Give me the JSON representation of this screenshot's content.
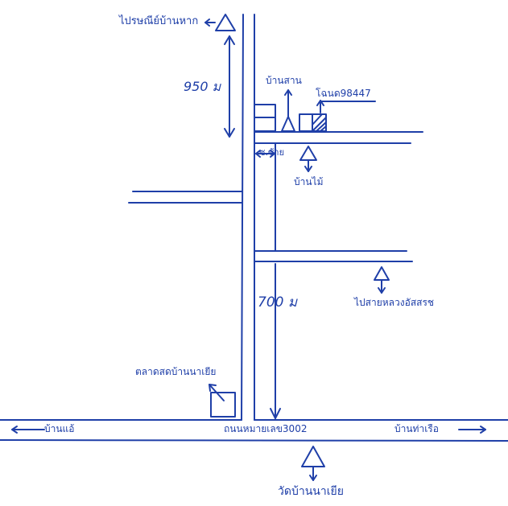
{
  "map": {
    "ink_color": "#1f3fa8",
    "background": "#ffffff",
    "labels": {
      "north_target": "ไปรษณีย์บ้านหาก",
      "dist_950": "950 ม",
      "ban_san": "บ้านสาน",
      "plot": "โฉนด98447",
      "sub_soi": "ซ.ซ้าย",
      "ban_mai": "บ้านไม้",
      "dist_700": "700 ม",
      "east_road": "ไปสายหลวงอัสสรช",
      "market": "ตลาดสดบ้านนาเยีย",
      "west": "บ้านแอ้",
      "main_road": "ถนนหมายเลข3002",
      "east": "บ้านท่าเรือ",
      "temple": "วัดบ้านนาเยีย"
    },
    "icons": [
      "landmark-triangle-icon",
      "arrow-icon",
      "house-icon",
      "plot-hatch-icon"
    ]
  }
}
